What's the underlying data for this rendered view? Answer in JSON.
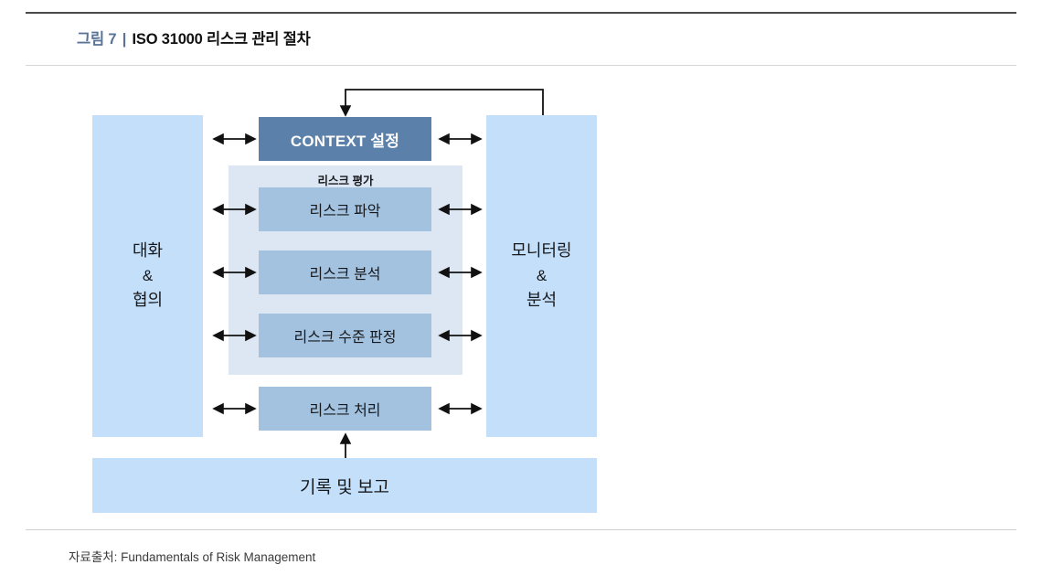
{
  "header": {
    "figure_number": "그림 7",
    "separator": "|",
    "figure_name": "ISO 31000 리스크 관리 절차",
    "accent_color": "#5a7397"
  },
  "footer": {
    "source_note": "자료출처: Fundamentals of Risk Management"
  },
  "diagram": {
    "colors": {
      "side_panel": "#c3dffa",
      "context_box": "#5b81ab",
      "step_box": "#a3c2e0",
      "assessment_group": "#dde7f3",
      "record_bar": "#c3dffa",
      "arrow": "#111111"
    },
    "left_panel": {
      "line1": "대화",
      "line2": "&",
      "line3": "협의"
    },
    "right_panel": {
      "line1": "모니터링",
      "line2": "&",
      "line3": "분석"
    },
    "context_box": {
      "label": "CONTEXT 설정"
    },
    "assessment_group": {
      "title": "리스크 평가",
      "steps": [
        {
          "label": "리스크 파악"
        },
        {
          "label": "리스크 분석"
        },
        {
          "label": "리스크 수준 판정"
        }
      ]
    },
    "treatment_box": {
      "label": "리스크 처리"
    },
    "record_bar": {
      "label": "기록 및 보고"
    }
  }
}
